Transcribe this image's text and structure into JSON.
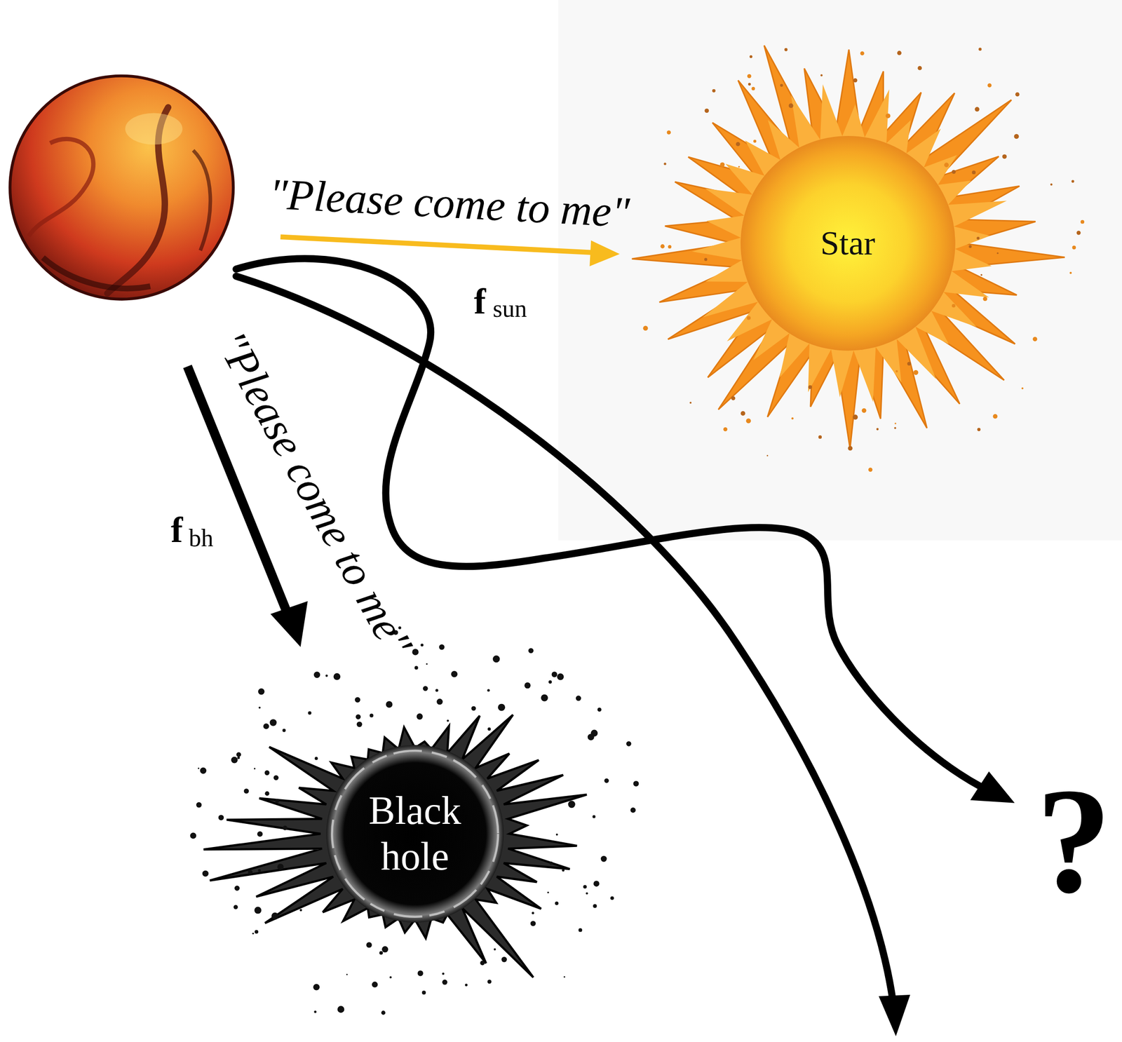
{
  "diagram": {
    "nodes": [
      {
        "text": [
          "Star"
        ]
      },
      {
        "text": [
          "Black hole"
        ]
      }
    ],
    "labels": [
      "\"Please come to me\"",
      "f",
      "sun",
      "\"Please come to me\"",
      "f",
      "bh",
      "?"
    ]
  }
}
